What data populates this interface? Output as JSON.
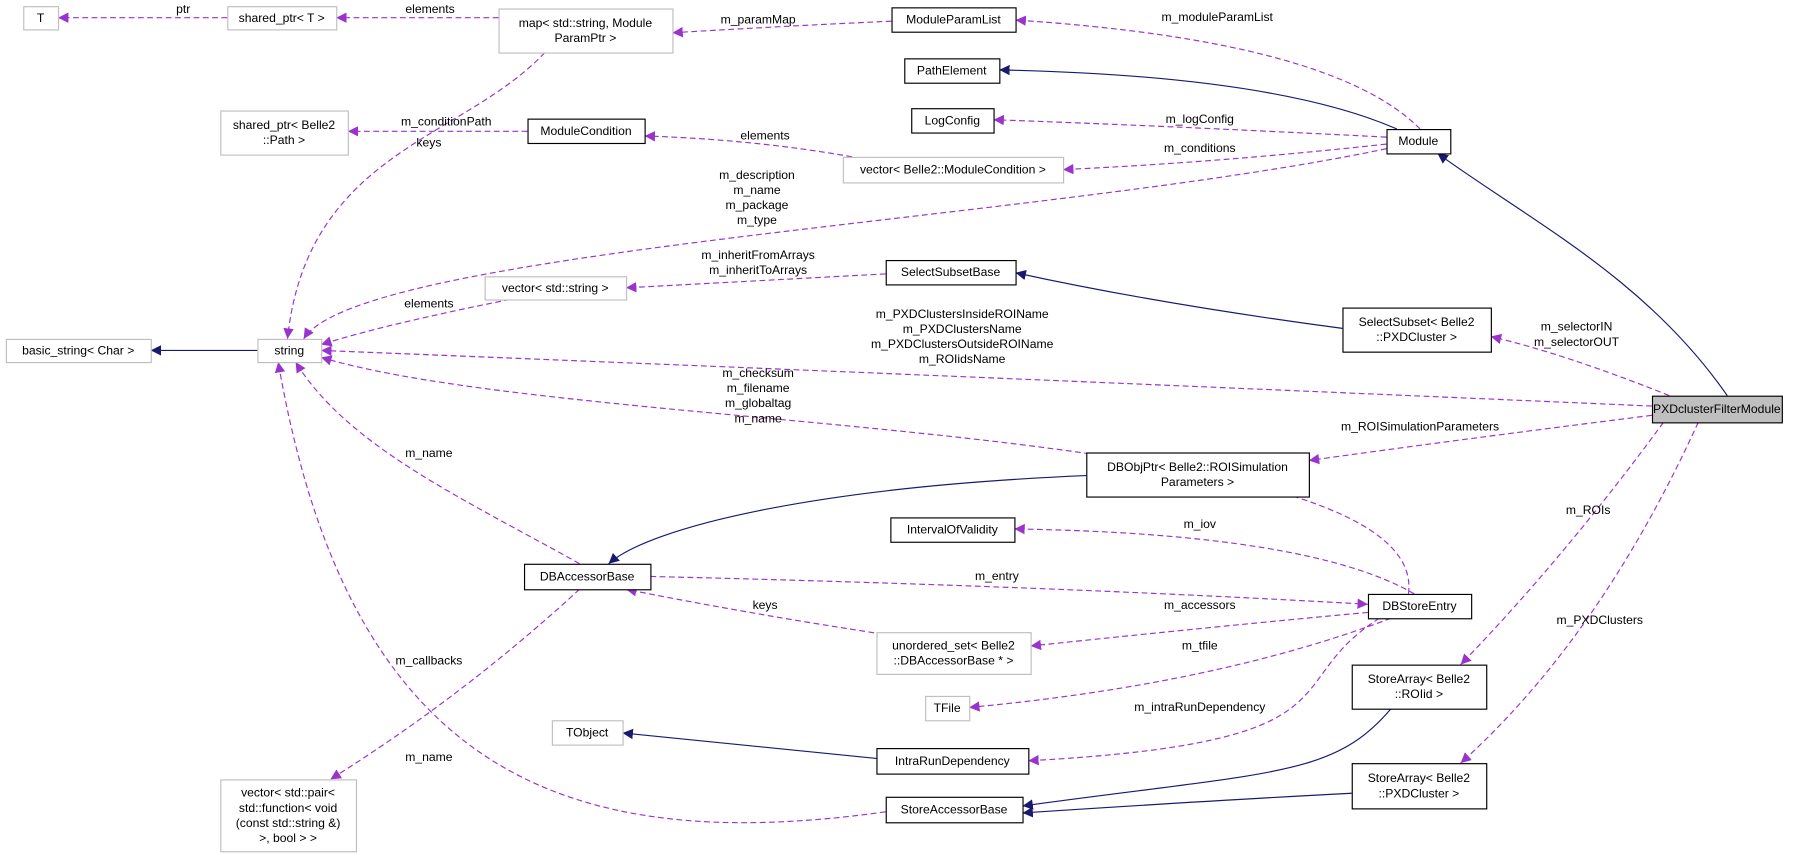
{
  "colors": {
    "usage_edge": "#9a32cd",
    "inherit_edge": "#191970",
    "focus_fill": "#bfbfbf",
    "ext_border": "#bfbfbf"
  },
  "nodes": [
    {
      "id": "T",
      "lines": [
        "T"
      ],
      "style": "gray"
    },
    {
      "id": "sharedT",
      "lines": [
        "shared_ptr< T >"
      ],
      "style": "gray"
    },
    {
      "id": "map",
      "lines": [
        "map< std::string, Module",
        "ParamPtr >"
      ],
      "style": "gray"
    },
    {
      "id": "ModuleParamList",
      "lines": [
        "ModuleParamList"
      ],
      "style": "black"
    },
    {
      "id": "PathElement",
      "lines": [
        "PathElement"
      ],
      "style": "black"
    },
    {
      "id": "LogConfig",
      "lines": [
        "LogConfig"
      ],
      "style": "black"
    },
    {
      "id": "ModuleCondition",
      "lines": [
        "ModuleCondition"
      ],
      "style": "black"
    },
    {
      "id": "sharedPath",
      "lines": [
        "shared_ptr< Belle2",
        "::Path >"
      ],
      "style": "gray"
    },
    {
      "id": "vecMC",
      "lines": [
        "vector< Belle2::ModuleCondition >"
      ],
      "style": "gray"
    },
    {
      "id": "Module",
      "lines": [
        "Module"
      ],
      "style": "black"
    },
    {
      "id": "string",
      "lines": [
        "string"
      ],
      "style": "gray"
    },
    {
      "id": "basic_string",
      "lines": [
        "basic_string< Char >"
      ],
      "style": "gray"
    },
    {
      "id": "vecString",
      "lines": [
        "vector< std::string >"
      ],
      "style": "gray"
    },
    {
      "id": "SelectSubsetBase",
      "lines": [
        "SelectSubsetBase"
      ],
      "style": "black"
    },
    {
      "id": "SelectSubset",
      "lines": [
        "SelectSubset< Belle2",
        "::PXDCluster >"
      ],
      "style": "black"
    },
    {
      "id": "PXD",
      "lines": [
        "PXDclusterFilterModule"
      ],
      "style": "focus"
    },
    {
      "id": "DBObjPtr",
      "lines": [
        "DBObjPtr< Belle2::ROISimulation",
        "Parameters >"
      ],
      "style": "black"
    },
    {
      "id": "IOV",
      "lines": [
        "IntervalOfValidity"
      ],
      "style": "black"
    },
    {
      "id": "DBAccessorBase",
      "lines": [
        "DBAccessorBase"
      ],
      "style": "black"
    },
    {
      "id": "DBStoreEntry",
      "lines": [
        "DBStoreEntry"
      ],
      "style": "black"
    },
    {
      "id": "uset",
      "lines": [
        "unordered_set< Belle2",
        "::DBAccessorBase * >"
      ],
      "style": "gray"
    },
    {
      "id": "TFile",
      "lines": [
        "TFile"
      ],
      "style": "gray"
    },
    {
      "id": "TObject",
      "lines": [
        "TObject"
      ],
      "style": "gray"
    },
    {
      "id": "IntraRun",
      "lines": [
        "IntraRunDependency"
      ],
      "style": "black"
    },
    {
      "id": "SA_ROIid",
      "lines": [
        "StoreArray< Belle2",
        "::ROIid >"
      ],
      "style": "black"
    },
    {
      "id": "SA_PXD",
      "lines": [
        "StoreArray< Belle2",
        "::PXDCluster >"
      ],
      "style": "black"
    },
    {
      "id": "StoreAccessorBase",
      "lines": [
        "StoreAccessorBase"
      ],
      "style": "black"
    },
    {
      "id": "vecPair",
      "lines": [
        "vector< std::pair<",
        "std::function< void",
        "(const std::string &)",
        ">, bool > >"
      ],
      "style": "gray"
    }
  ],
  "edges": [
    {
      "from": "sharedT",
      "to": "T",
      "type": "dashed",
      "labels": [
        "ptr"
      ]
    },
    {
      "from": "map",
      "to": "sharedT",
      "type": "dashed",
      "labels": [
        "elements"
      ]
    },
    {
      "from": "ModuleParamList",
      "to": "map",
      "type": "dashed",
      "labels": [
        "m_paramMap"
      ]
    },
    {
      "from": "Module",
      "to": "ModuleParamList",
      "type": "dashed",
      "labels": [
        "m_moduleParamList"
      ]
    },
    {
      "from": "Module",
      "to": "PathElement",
      "type": "solid",
      "labels": []
    },
    {
      "from": "Module",
      "to": "LogConfig",
      "type": "dashed",
      "labels": [
        "m_logConfig"
      ]
    },
    {
      "from": "Module",
      "to": "vecMC",
      "type": "dashed",
      "labels": [
        "m_conditions"
      ]
    },
    {
      "from": "vecMC",
      "to": "ModuleCondition",
      "type": "dashed",
      "labels": [
        "elements"
      ]
    },
    {
      "from": "ModuleCondition",
      "to": "sharedPath",
      "type": "dashed",
      "labels": [
        "m_conditionPath"
      ]
    },
    {
      "from": "map",
      "to": "string",
      "type": "dashed",
      "labels": [
        "keys"
      ]
    },
    {
      "from": "Module",
      "to": "string",
      "type": "dashed",
      "labels": [
        "m_description",
        "m_name",
        "m_package",
        "m_type"
      ]
    },
    {
      "from": "vecString",
      "to": "string",
      "type": "dashed",
      "labels": [
        "elements"
      ]
    },
    {
      "from": "SelectSubsetBase",
      "to": "vecString",
      "type": "dashed",
      "labels": [
        "m_inheritFromArrays",
        "m_inheritToArrays"
      ]
    },
    {
      "from": "SelectSubset",
      "to": "SelectSubsetBase",
      "type": "solid",
      "labels": []
    },
    {
      "from": "PXD",
      "to": "Module",
      "type": "solid",
      "labels": []
    },
    {
      "from": "PXD",
      "to": "SelectSubset",
      "type": "dashed",
      "labels": [
        "m_selectorIN",
        "m_selectorOUT"
      ]
    },
    {
      "from": "PXD",
      "to": "string",
      "type": "dashed",
      "labels": [
        "m_PXDClustersInsideROIName",
        "m_PXDClustersName",
        "m_PXDClustersOutsideROIName",
        "m_ROIidsName"
      ]
    },
    {
      "from": "DBStoreEntry",
      "to": "string",
      "type": "dashed",
      "labels": [
        "m_checksum",
        "m_filename",
        "m_globaltag",
        "m_name"
      ]
    },
    {
      "from": "PXD",
      "to": "DBObjPtr",
      "type": "dashed",
      "labels": [
        "m_ROISimulationParameters"
      ]
    },
    {
      "from": "DBObjPtr",
      "to": "DBAccessorBase",
      "type": "solid",
      "labels": []
    },
    {
      "from": "DBAccessorBase",
      "to": "string",
      "type": "dashed",
      "labels": [
        "m_name"
      ]
    },
    {
      "from": "DBStoreEntry",
      "to": "IOV",
      "type": "dashed",
      "labels": [
        "m_iov"
      ]
    },
    {
      "from": "DBAccessorBase",
      "to": "DBStoreEntry",
      "type": "dashed",
      "labels": [
        "m_entry"
      ]
    },
    {
      "from": "DBStoreEntry",
      "to": "uset",
      "type": "dashed",
      "labels": [
        "m_accessors"
      ]
    },
    {
      "from": "uset",
      "to": "DBAccessorBase",
      "type": "dashed",
      "labels": [
        "keys"
      ]
    },
    {
      "from": "DBStoreEntry",
      "to": "TFile",
      "type": "dashed",
      "labels": [
        "m_tfile"
      ]
    },
    {
      "from": "DBStoreEntry",
      "to": "IntraRun",
      "type": "dashed",
      "labels": [
        "m_intraRunDependency"
      ]
    },
    {
      "from": "DBAccessorBase",
      "to": "vecPair",
      "type": "dashed",
      "labels": [
        "m_callbacks"
      ]
    },
    {
      "from": "StoreAccessorBase",
      "to": "string",
      "type": "dashed",
      "labels": [
        "m_name"
      ]
    },
    {
      "from": "IntraRun",
      "to": "TObject",
      "type": "solid",
      "labels": []
    },
    {
      "from": "SA_ROIid",
      "to": "StoreAccessorBase",
      "type": "solid",
      "labels": []
    },
    {
      "from": "SA_PXD",
      "to": "StoreAccessorBase",
      "type": "solid",
      "labels": []
    },
    {
      "from": "PXD",
      "to": "SA_ROIid",
      "type": "dashed",
      "labels": [
        "m_ROIs"
      ]
    },
    {
      "from": "PXD",
      "to": "SA_PXD",
      "type": "dashed",
      "labels": [
        "m_PXDClusters"
      ]
    },
    {
      "from": "string",
      "to": "basic_string",
      "type": "solid",
      "labels": []
    }
  ]
}
